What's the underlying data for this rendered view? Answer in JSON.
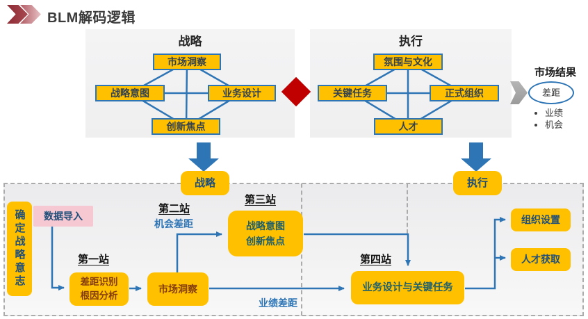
{
  "header": {
    "title": "BLM解码逻辑"
  },
  "icons": {
    "header_icon": "double-chevron-right",
    "center_shape": "red-diamond",
    "result_arrow": "gray-chevron-right",
    "bridge_arrows": "blue-block-arrow-down"
  },
  "colors": {
    "accent_yellow": "#FFC000",
    "accent_blue": "#2E75B6",
    "accent_red": "#C00000",
    "panel_gray": "#F2F2F2",
    "navy_text": "#1F4E79",
    "pink_box": "#F5C8D2",
    "dashed_gray": "#ABABAB"
  },
  "strategy_cluster": {
    "heading": "战略",
    "top": "市场洞察",
    "left": "战略意图",
    "right": "业务设计",
    "bottom": "创新焦点"
  },
  "execution_cluster": {
    "heading": "执行",
    "top": "氛围与文化",
    "left": "关键任务",
    "right": "正式组织",
    "bottom": "人才"
  },
  "market_results": {
    "heading": "市场结果",
    "ellipse_label": "差距",
    "bullets": [
      "业绩",
      "机会"
    ]
  },
  "bridge": {
    "strategy_label": "战略",
    "execution_label": "执行"
  },
  "bottom_flow": {
    "intent_box": "确定战略意志",
    "data_import": "数据导入",
    "station1": {
      "label": "第一站",
      "box_lines": [
        "差距识别",
        "根因分析"
      ]
    },
    "market_insight": "市场洞察",
    "station2": {
      "label": "第二站",
      "gap": "机会差距"
    },
    "station3": {
      "label": "第三站",
      "box_lines": [
        "战略意图",
        "创新焦点"
      ]
    },
    "station4": {
      "label": "第四站",
      "box": "业务设计与关键任务"
    },
    "performance_gap": "业绩差距",
    "org_box": "组织设置",
    "talent_box": "人才获取"
  }
}
